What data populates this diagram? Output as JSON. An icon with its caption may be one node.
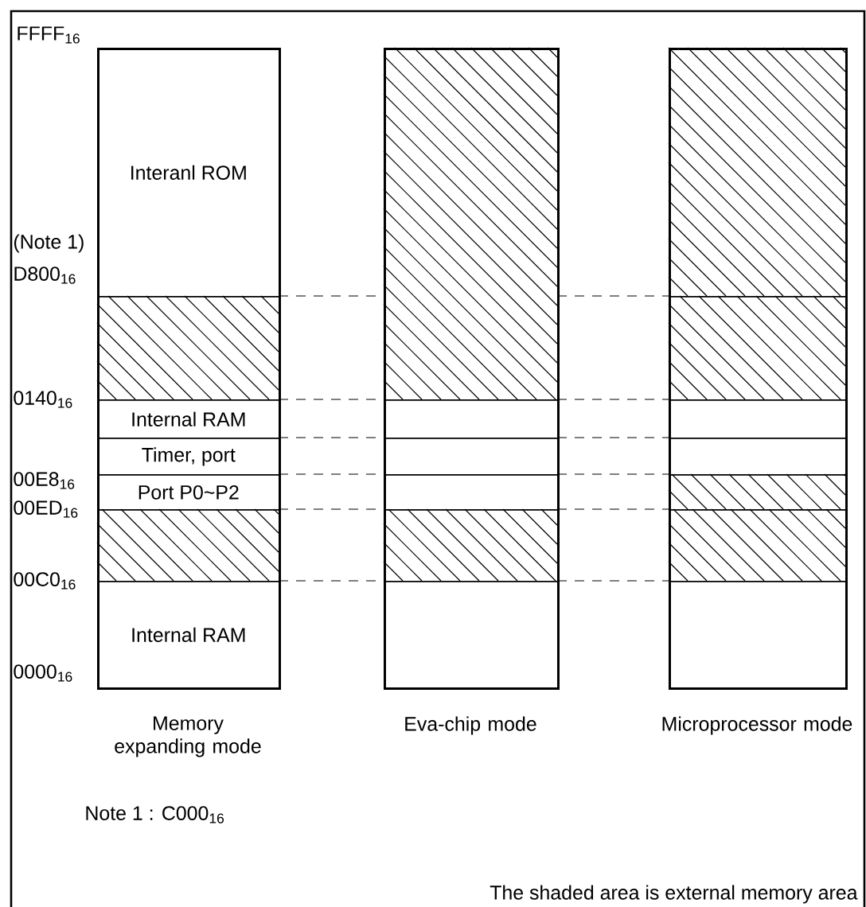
{
  "diagram": {
    "nodes": [
      {
        "text": [],
        "shape": "box",
        "beside": [
          "Memory expanding mode"
        ]
      },
      {
        "text": [
          "Interanl ROM"
        ],
        "in": 0
      },
      {
        "text": [],
        "shape": "box",
        "in": 0
      },
      {
        "text": [
          "Internal RAM"
        ],
        "in": 0
      },
      {
        "text": [
          "Timer, port"
        ],
        "in": 0
      },
      {
        "text": [
          "Port P0~P2"
        ],
        "in": 0
      },
      {
        "text": [],
        "shape": "box",
        "in": 0
      },
      {
        "text": [
          "Internal RAM"
        ],
        "in": 0
      },
      {
        "text": [],
        "shape": "box",
        "beside": [
          "Eva-chip mode"
        ]
      },
      {
        "text": [],
        "shape": "box",
        "in": 8
      },
      {
        "text": [],
        "shape": "box",
        "in": 8
      },
      {
        "text": [],
        "shape": "box",
        "in": 8
      },
      {
        "text": [],
        "shape": "box",
        "in": 8
      },
      {
        "text": [],
        "shape": "box",
        "in": 8
      },
      {
        "text": [],
        "shape": "box",
        "in": 8
      },
      {
        "text": [],
        "shape": "box",
        "beside": [
          "Microprocessor mode"
        ]
      },
      {
        "text": [],
        "shape": "box",
        "in": 15
      },
      {
        "text": [],
        "shape": "box",
        "in": 15
      },
      {
        "text": [],
        "shape": "box",
        "in": 15
      },
      {
        "text": [],
        "shape": "box",
        "in": 15
      },
      {
        "text": [],
        "shape": "box",
        "in": 15
      },
      {
        "text": [],
        "shape": "box",
        "in": 15
      },
      {
        "text": [],
        "shape": "box",
        "in": 15
      }
    ],
    "labels": [
      "FFFF$_{16}$",
      "(Note 1)",
      "D800$_{16}$",
      "0140$_{16}$",
      "00E8$_{16}$",
      "00ED$_{16}$",
      "00C0$_{16}$",
      "0000$_{16}$",
      "Note 1 : C000$_{16}$",
      "The shaded area is external memory area"
    ]
  }
}
